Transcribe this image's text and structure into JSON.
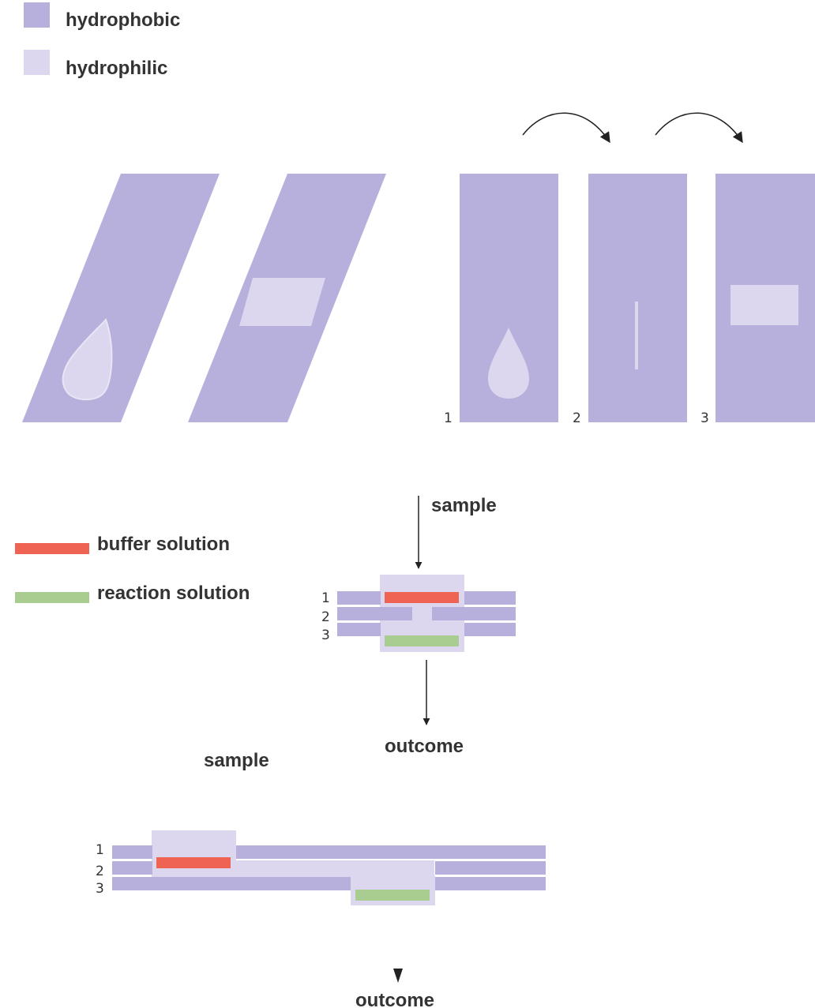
{
  "colors": {
    "hydrophobic": "#b8b0dc",
    "hydrophilic": "#dcd7ee",
    "buffer": "#ee6352",
    "reaction": "#a9cc90",
    "text": "#333333",
    "arrow": "#222222"
  },
  "legend_materials": [
    {
      "label": "hydrophobic",
      "color_key": "hydrophobic"
    },
    {
      "label": "hydrophilic",
      "color_key": "hydrophilic"
    }
  ],
  "legend_solutions": [
    {
      "label": "buffer solution",
      "color_key": "buffer"
    },
    {
      "label": "reaction solution",
      "color_key": "reaction"
    }
  ],
  "panel_numbers": [
    "1",
    "2",
    "3"
  ],
  "stack_top": {
    "layer_numbers": [
      "1",
      "2",
      "3"
    ],
    "input_label": "sample",
    "output_label": "outcome"
  },
  "stack_bottom": {
    "layer_numbers": [
      "1",
      "2",
      "3"
    ],
    "input_label": "sample",
    "output_label": "outcome"
  }
}
